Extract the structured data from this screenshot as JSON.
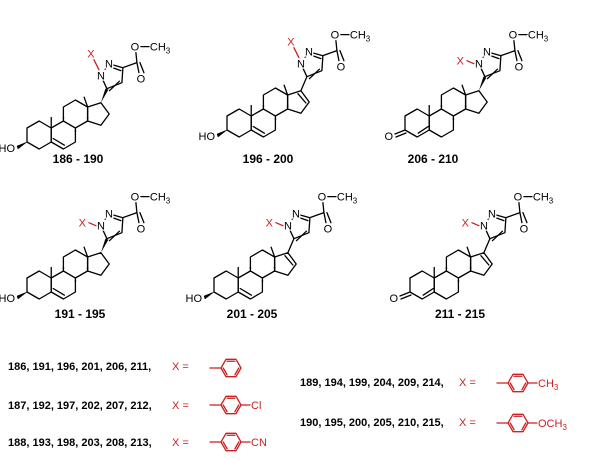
{
  "structures": [
    {
      "caption": "186 - 190"
    },
    {
      "caption": "196 - 200"
    },
    {
      "caption": "206 - 210"
    },
    {
      "caption": "191 - 195"
    },
    {
      "caption": "201 - 205"
    },
    {
      "caption": "211 - 215"
    }
  ],
  "atoms": {
    "x": "X",
    "n": "N",
    "o": "O",
    "ch3": "CH3",
    "oh": "HO",
    "oxo": "O"
  },
  "legend": [
    {
      "numbers": "186, 191, 196, 201, 206, 211,",
      "x_eq": "X =",
      "substituent": ""
    },
    {
      "numbers": "187, 192, 197, 202, 207, 212,",
      "x_eq": "X =",
      "substituent": "Cl"
    },
    {
      "numbers": "188, 193, 198, 203, 208, 213,",
      "x_eq": "X =",
      "substituent": "CN"
    },
    {
      "numbers": "189, 194, 199, 204, 209, 214,",
      "x_eq": "X =",
      "substituent": "CH3"
    },
    {
      "numbers": "190, 195, 200, 205, 210, 215,",
      "x_eq": "X =",
      "substituent": "OCH3"
    }
  ],
  "colors": {
    "substituent": "#cc1f1f",
    "bond": "#000000"
  }
}
